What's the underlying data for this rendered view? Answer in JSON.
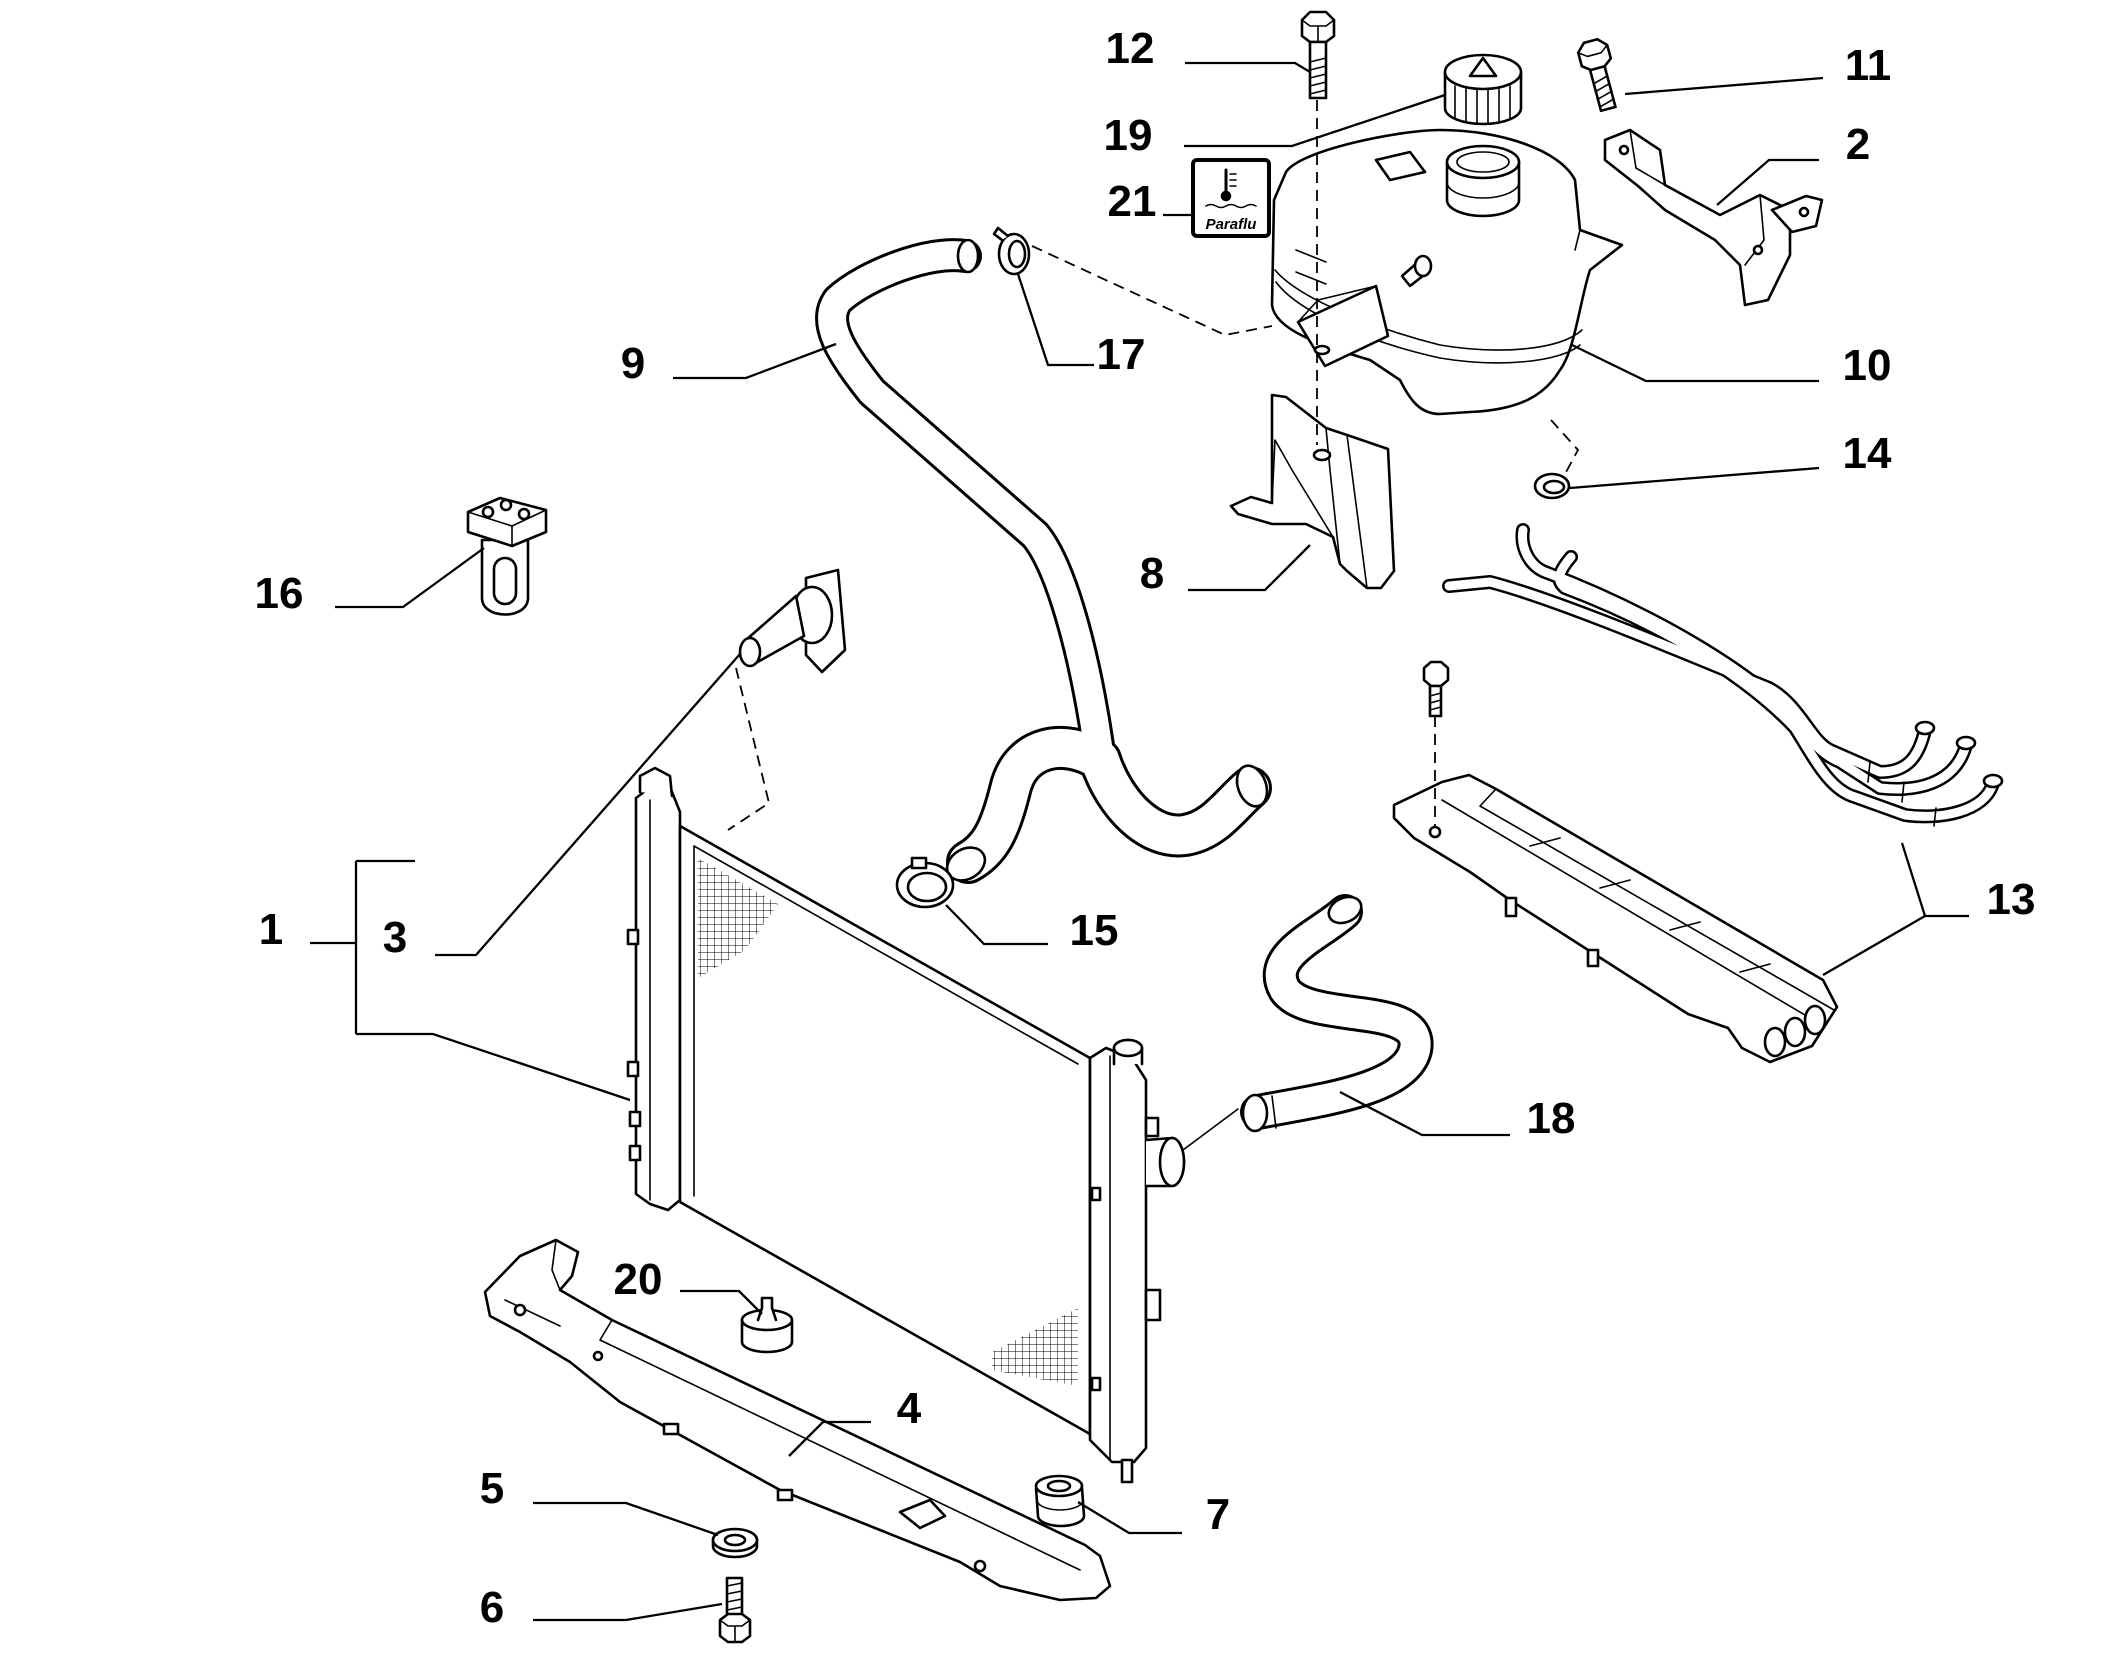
{
  "callouts": [
    "1",
    "2",
    "3",
    "4",
    "5",
    "6",
    "7",
    "8",
    "9",
    "10",
    "11",
    "12",
    "13",
    "14",
    "15",
    "16",
    "17",
    "18",
    "19",
    "20",
    "21"
  ],
  "icon_label": "Paraflu",
  "icon": "coolant-thermometer-icon",
  "colors": {
    "line": "#000000",
    "background": "#ffffff"
  }
}
